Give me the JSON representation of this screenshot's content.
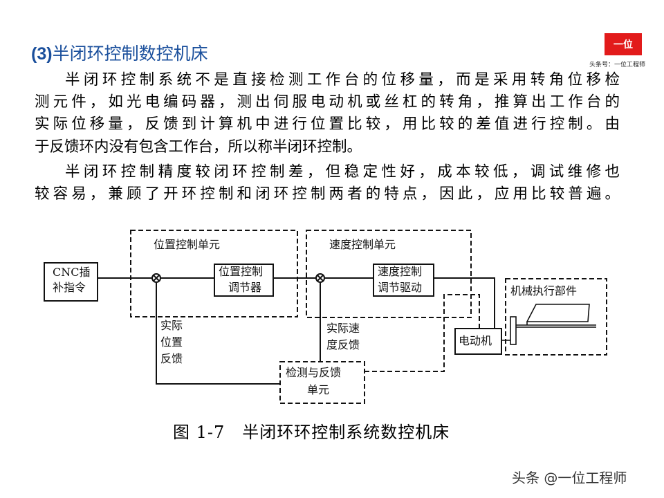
{
  "title": {
    "number": "(3)",
    "text": "半闭环控制数控机床"
  },
  "paragraphs": [
    {
      "lines": [
        "半闭环控制系统不是直接检测工作台的位移量，而是采用转角位移检",
        "测元件，如光电编码器，测出伺服电动机或丝杠的转角，推算出工作台的",
        "实际位移量，反馈到计算机中进行位置比较，用比较的差值进行控制。由",
        "于反馈环内没有包含工作台，所以称半闭环控制。"
      ]
    },
    {
      "lines": [
        "半闭环控制精度较闭环控制差，但稳定性好，成本较低，调试维修也",
        "较容易，兼顾了开环控制和闭环控制两者的特点，因此，应用比较普遍。"
      ]
    }
  ],
  "logo": {
    "text": "一位",
    "subtitle": "头条号：一位工程师"
  },
  "diagram": {
    "cnc": [
      "CNC插",
      "补指令"
    ],
    "position_unit": "位置控制单元",
    "position_controller": [
      "位置控制",
      "调节器"
    ],
    "speed_unit": "速度控制单元",
    "speed_controller": [
      "速度控制",
      "调节驱动"
    ],
    "motor": "电动机",
    "mechanical": "机械执行部件",
    "position_feedback": [
      "实际",
      "位置",
      "反馈"
    ],
    "speed_feedback": [
      "实际速",
      "度反馈"
    ],
    "detect": [
      "检测与反馈",
      "单元"
    ],
    "caption": "图 1-7　半闭环环控制系统数控机床"
  },
  "footer": "头条 @一位工程师"
}
